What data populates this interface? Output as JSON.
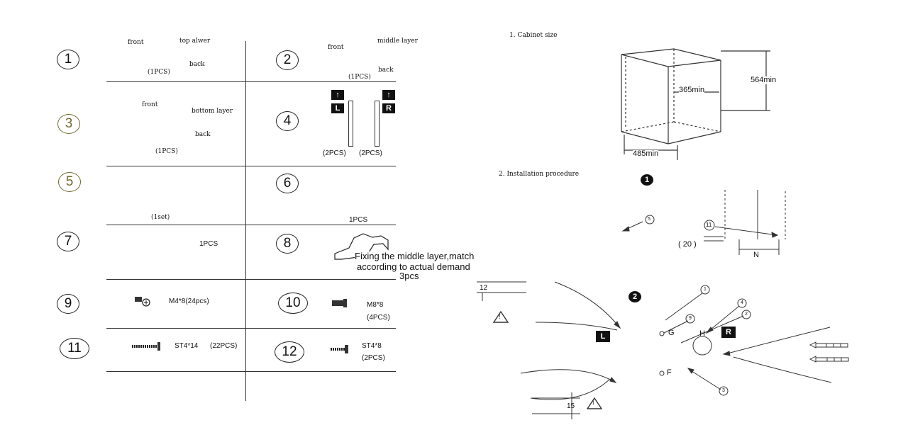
{
  "parts": {
    "n1": "1",
    "n2": "2",
    "n3": "3",
    "n4": "4",
    "n5": "5",
    "n6": "6",
    "n7": "7",
    "n8": "8",
    "n9": "9",
    "n10": "10",
    "n11": "11",
    "n12": "12",
    "p1_front": "front",
    "p1_top": "top alwer",
    "p1_back": "back",
    "p1_qty": "(1PCS)",
    "p2_front": "front",
    "p2_middle": "middle layer",
    "p2_qty": "(1PCS)",
    "p2_back": "back",
    "p3_front": "front",
    "p3_bottom": "bottom layer",
    "p3_back": "back",
    "p3_qty": "(1PCS)",
    "p4_qty_left": "(2PCS)",
    "p4_qty_right": "(2PCS)",
    "p4_tag_left": "L",
    "p4_tag_right": "R",
    "p5_qty": "(1set)",
    "p7_qty": "1PCS",
    "p8_qty": "1PCS",
    "p8_note_line1": "Fixing the middle layer,match",
    "p8_note_line2": "according to actual demand",
    "p8_note_line3": "3pcs",
    "p9_label": "M4*8(24pcs)",
    "p10_label": "M8*8",
    "p10_qty": "(4PCS)",
    "p11_label": "ST4*14",
    "p11_qty": "(22PCS)",
    "p12_label": "ST4*8",
    "p12_qty": "(2PCS)"
  },
  "cabinet": {
    "heading": "1.  Cabinet size",
    "height": "564min",
    "depth": "365min",
    "width": "485min"
  },
  "install": {
    "heading": "2.  Installation procedure",
    "step1": "1",
    "step2": "2",
    "dim_20": "( 20 )",
    "dim_N": "N",
    "call_11": "11",
    "call_5": "5",
    "dim_12": "12",
    "dim_15": "15",
    "tag_L": "L",
    "tag_R": "R",
    "lbl_G": "G",
    "lbl_H": "H",
    "lbl_F": "F",
    "call_1": "1",
    "call_9": "9",
    "call_4": "4",
    "call_2": "2",
    "call_3": "3"
  }
}
